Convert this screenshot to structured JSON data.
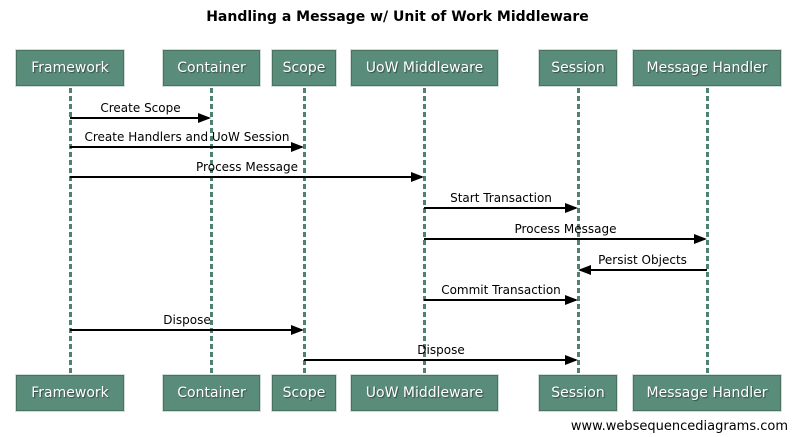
{
  "title": "Handling a Message w/ Unit of Work Middleware",
  "footer": "www.websequencediagrams.com",
  "colors": {
    "actor_fill": "#5A8C7B",
    "actor_border": "#49735F",
    "actor_text": "#FFFFFF",
    "lifeline": "#4F8170",
    "arrow": "#000000",
    "background": "#FFFFFF"
  },
  "actors": [
    {
      "name": "Framework"
    },
    {
      "name": "Container"
    },
    {
      "name": "Scope"
    },
    {
      "name": "UoW Middleware"
    },
    {
      "name": "Session"
    },
    {
      "name": "Message Handler"
    }
  ],
  "messages": [
    {
      "from": "Framework",
      "to": "Container",
      "label": "Create Scope"
    },
    {
      "from": "Framework",
      "to": "Scope",
      "label": "Create Handlers and UoW Session"
    },
    {
      "from": "Framework",
      "to": "UoW Middleware",
      "label": "Process Message"
    },
    {
      "from": "UoW Middleware",
      "to": "Session",
      "label": "Start Transaction"
    },
    {
      "from": "UoW Middleware",
      "to": "Message Handler",
      "label": "Process Message"
    },
    {
      "from": "Message Handler",
      "to": "Session",
      "label": "Persist Objects"
    },
    {
      "from": "UoW Middleware",
      "to": "Session",
      "label": "Commit Transaction"
    },
    {
      "from": "Framework",
      "to": "Scope",
      "label": "Dispose"
    },
    {
      "from": "Scope",
      "to": "Session",
      "label": "Dispose"
    }
  ]
}
